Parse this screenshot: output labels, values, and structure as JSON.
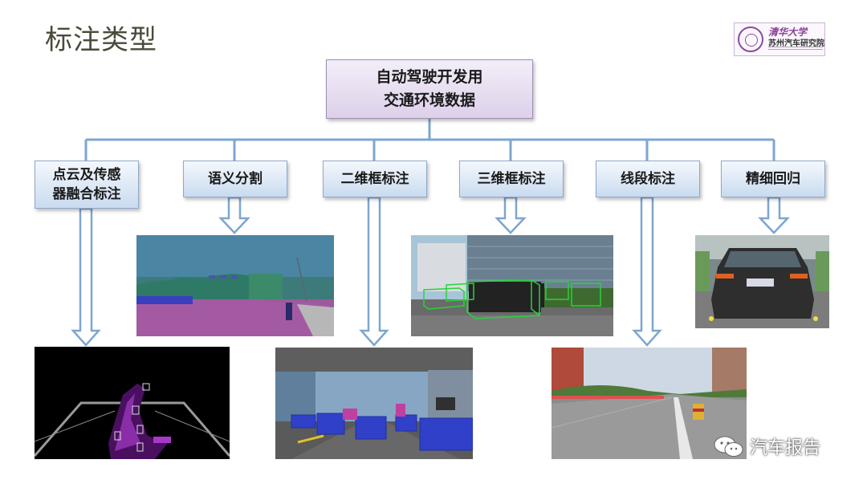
{
  "title": "标注类型",
  "logo": {
    "name": "清华大学",
    "subtitle": "苏州汽车研究院"
  },
  "root": {
    "line1": "自动驾驶开发用",
    "line2": "交通环境数据"
  },
  "categories": [
    {
      "line1": "点云及传感",
      "line2": "器融合标注"
    },
    {
      "label": "语义分割"
    },
    {
      "label": "二维框标注"
    },
    {
      "label": "三维框标注"
    },
    {
      "label": "线段标注"
    },
    {
      "label": "精细回归"
    }
  ],
  "colors": {
    "connector": "#7ea6cf",
    "node_top": "#f4f8fd",
    "node_bottom": "#c9dbef",
    "root_top": "#f3eef8",
    "root_bottom": "#ddd0ea",
    "title": "#4a4a3a"
  },
  "watermark": {
    "text": "汽车报告",
    "icon": "wechat-icon"
  }
}
